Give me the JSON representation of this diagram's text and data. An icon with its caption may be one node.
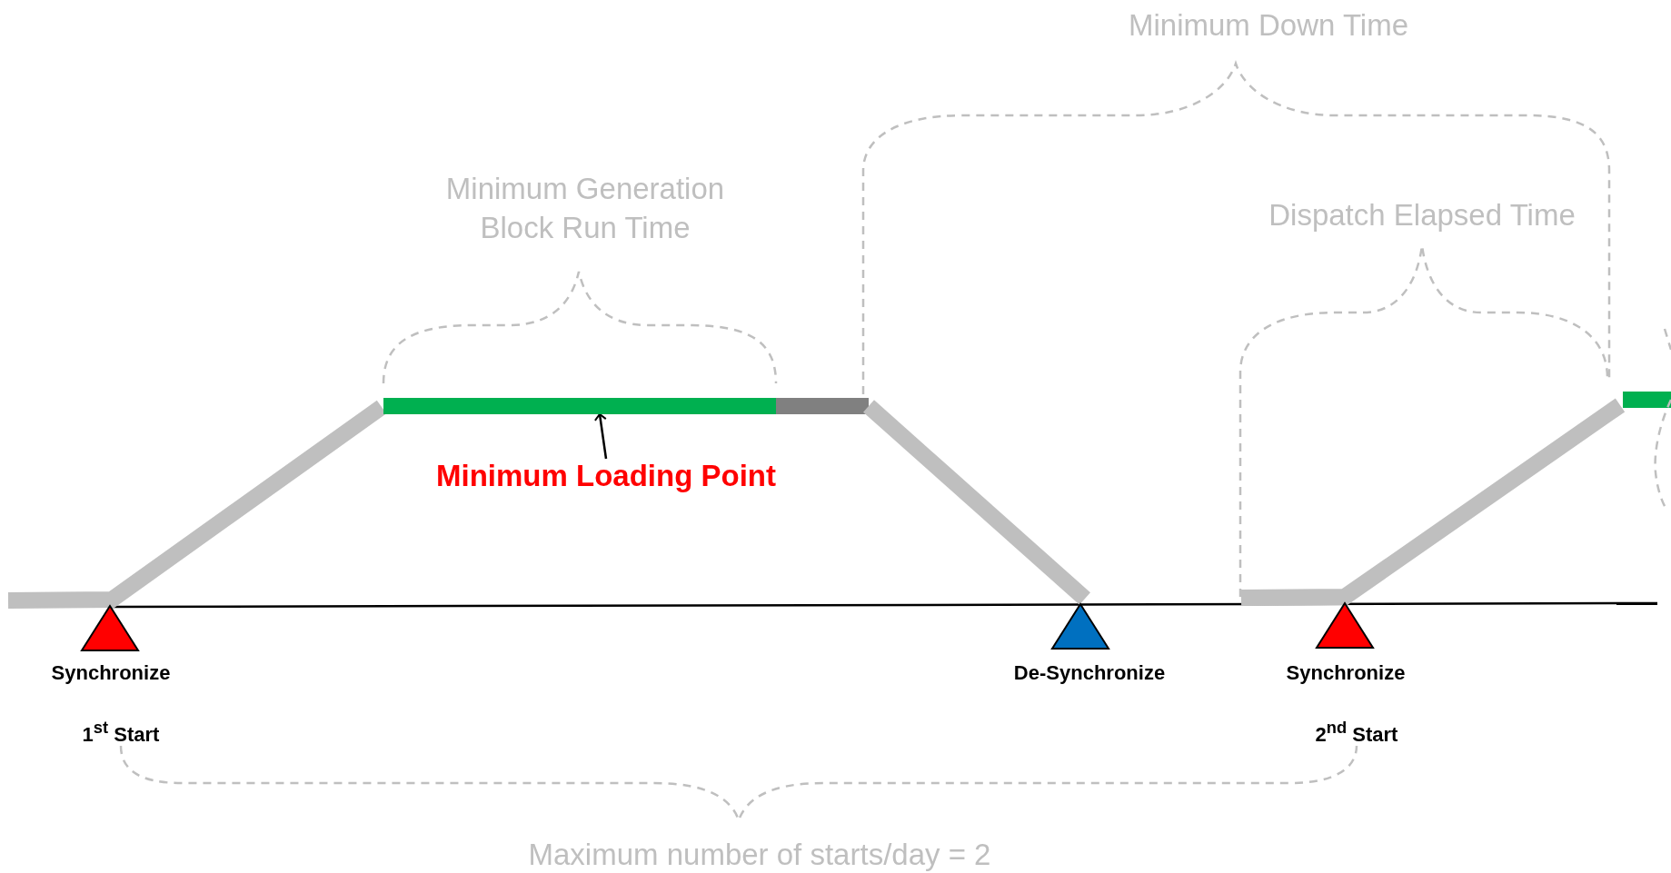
{
  "diagram": {
    "nodes": [
      {
        "text": [
          "Minimum Loading Point"
        ]
      },
      {
        "text": [],
        "shape": "bar"
      }
    ],
    "edges": [
      {
        "from": 0,
        "to": 1,
        "arrow": "to"
      }
    ],
    "labels": [
      "Minimum Down Time",
      "Minimum Generation Block Run Time",
      "Dispatch Elapsed Time",
      "Synchronize",
      "De-Synchronize",
      "Synchronize",
      "1$^{st}$ Start",
      "2$^{nd}$ Start",
      "Maximum number of starts/day = 2"
    ]
  }
}
